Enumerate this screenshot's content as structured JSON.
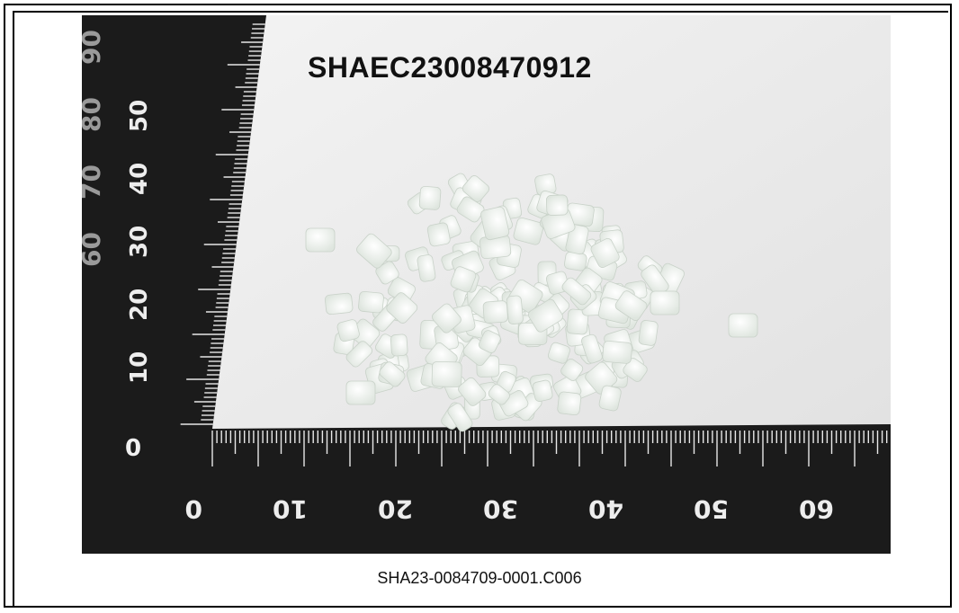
{
  "photo": {
    "label": "SHAEC23008470912",
    "description_icon": "pellet-sample-photo",
    "ruler_vertical_numbers": [
      "10",
      "20",
      "30",
      "40",
      "50"
    ],
    "ruler_vertical_inner_numbers": [
      "60",
      "70",
      "80",
      "90"
    ],
    "ruler_horizontal_numbers": [
      "0",
      "10",
      "20",
      "30",
      "40",
      "50",
      "60"
    ],
    "corner_number": "0"
  },
  "caption": "SHA23-0084709-0001.C006",
  "colors": {
    "ruler": "#1a1a1a",
    "paper": "#ececec",
    "pellet": "#f4f7f4",
    "frame": "#000000"
  }
}
